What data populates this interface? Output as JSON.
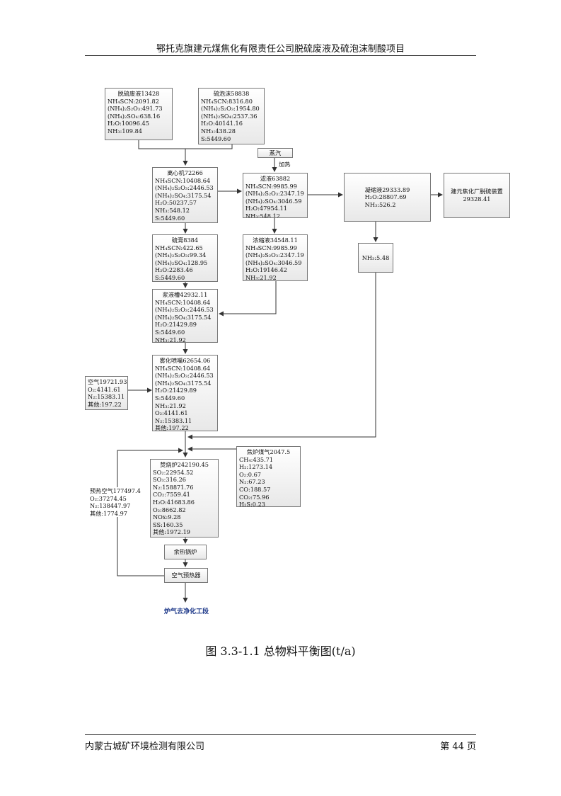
{
  "header": {
    "title": "鄂托克旗建元煤焦化有限责任公司脱硫废液及硫泡沫制酸项目"
  },
  "footer": {
    "company": "内蒙古城矿环境检测有限公司",
    "page": "第 44 页"
  },
  "figure": {
    "caption": "图 3.3-1.1 总物料平衡图(t/a)"
  },
  "flow": {
    "waste": {
      "title": "脱硫废液13428",
      "rows": [
        "NH₄SCN:2091.82",
        "(NH₄)₂S₂O₃:491.73",
        "(NH₄)₂SO₄:638.16",
        "H₂O:10096.45",
        "NH₃:109.84"
      ]
    },
    "foam": {
      "title": "硫泡沫58838",
      "rows": [
        "NH₄SCN:8316.80",
        "(NH₄)₂S₂O₃:1954.80",
        "(NH₄)₂SO₄:2537.36",
        "H₂O:40141.16",
        "NH₃:438.28",
        "S:5449.60"
      ]
    },
    "steam": "蒸汽",
    "heat": "加热",
    "centrifuge": {
      "title": "离心机72266",
      "rows": [
        "NH₄SCN:10408.64",
        "(NH₄)₂S₂O₃:2446.53",
        "(NH₄)₂SO₄:3175.54",
        "H₂O:50237.57",
        "NH₃:548.12",
        "S:5449.60"
      ]
    },
    "filtrate": {
      "title": "滤液63882",
      "rows": [
        "NH₄SCN:9985.99",
        "(NH₄)₂S₂O₃:2347.19",
        "(NH₄)₂SO₄:3046.59",
        "H₂O:47954.11",
        "NH₃:548.12"
      ]
    },
    "condensate": {
      "title": "凝缩液29333.89",
      "rows": [
        "H₂O:28807.69",
        "NH₃:526.2"
      ]
    },
    "plant": {
      "title": "建元焦化厂脱硫装置",
      "value": "29328.41"
    },
    "nh3": "NH₃:5.48",
    "sulfur": {
      "title": "硫膏8384",
      "rows": [
        "NH₄SCN:422.65",
        "(NH₄)₂S₂O₃:99.34",
        "(NH₄)₂SO₄:128.95",
        "H₂O:2283.46",
        "S:5449.60"
      ]
    },
    "concentrate": {
      "title": "浓缩液34548.11",
      "rows": [
        "NH₄SCN:9985.99",
        "(NH₄)₂S₂O₃:2347.19",
        "(NH₄)₂SO₄:3046.59",
        "H₂O:19146.42",
        "NH₃:21.92"
      ]
    },
    "slurry": {
      "title": "浆液槽42932.11",
      "rows": [
        "NH₄SCN:10408.64",
        "(NH₄)₂S₂O₃:2446.53",
        "(NH₄)₂SO₄:3175.54",
        "H₂O:21429.89",
        "S:5449.60",
        "NH₃:21.92"
      ]
    },
    "air": {
      "title": "空气19721.93",
      "rows": [
        "O₂:4141.61",
        "N₂:15383.11",
        "其他:197.22"
      ]
    },
    "nozzle": {
      "title": "雾化喷嘴62654.06",
      "rows": [
        "NH₄SCN:10408.64",
        "(NH₄)₂S₂O₃:2446.53",
        "(NH₄)₂SO₄:3175.54",
        "H₂O:21429.89",
        "S:5449.60",
        "NH₃:21.92",
        "O₂:4141.61",
        "N₂:15383.11",
        "其他:197.22"
      ]
    },
    "cokegas": {
      "title": "焦炉煤气2047.5",
      "rows": [
        "CH₄:435.71",
        "H₂:1273.14",
        "O₂:0.67",
        "N₂:67.23",
        "CO:188.57",
        "CO₂:75.96",
        "H₂S:0.23"
      ]
    },
    "preheat": {
      "title": "预热空气177497.4",
      "rows": [
        "O₂:37274.45",
        "N₂:138447.97",
        "其他:1774.97"
      ]
    },
    "furnace": {
      "title": "焚烧炉242190.45",
      "rows": [
        "SO₂:22954.52",
        "SO₃:316.26",
        "N₂:158871.76",
        "CO₂:7559.41",
        "H₂O:41683.86",
        "O₂:8662.82",
        "NOx:9.28",
        "SS:160.35",
        "其他:1972.19"
      ]
    },
    "boiler": "余热锅炉",
    "airheater": "空气预热器",
    "gasout": "炉气去净化工段"
  }
}
